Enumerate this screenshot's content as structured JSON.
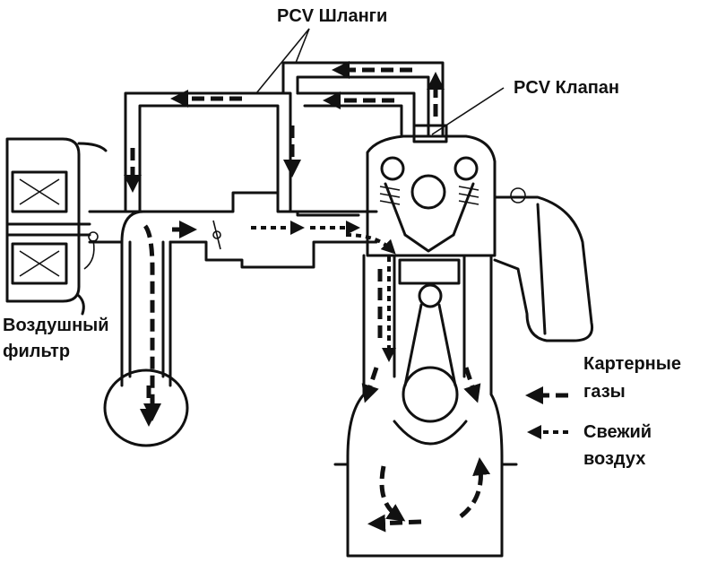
{
  "labels": {
    "pcv_hoses": "PCV Шланги",
    "pcv_valve": "PCV Клапан",
    "air_filter_line1": "Воздушный",
    "air_filter_line2": "фильтр",
    "blowby_line1": "Картерные",
    "blowby_line2": "газы",
    "fresh_line1": "Свежий",
    "fresh_line2": "воздух"
  },
  "icons": {
    "blowby_legend": "solid-arrow-icon",
    "fresh_legend": "dashed-arrow-icon"
  },
  "colors": {
    "ink": "#111111",
    "background": "#ffffff"
  }
}
